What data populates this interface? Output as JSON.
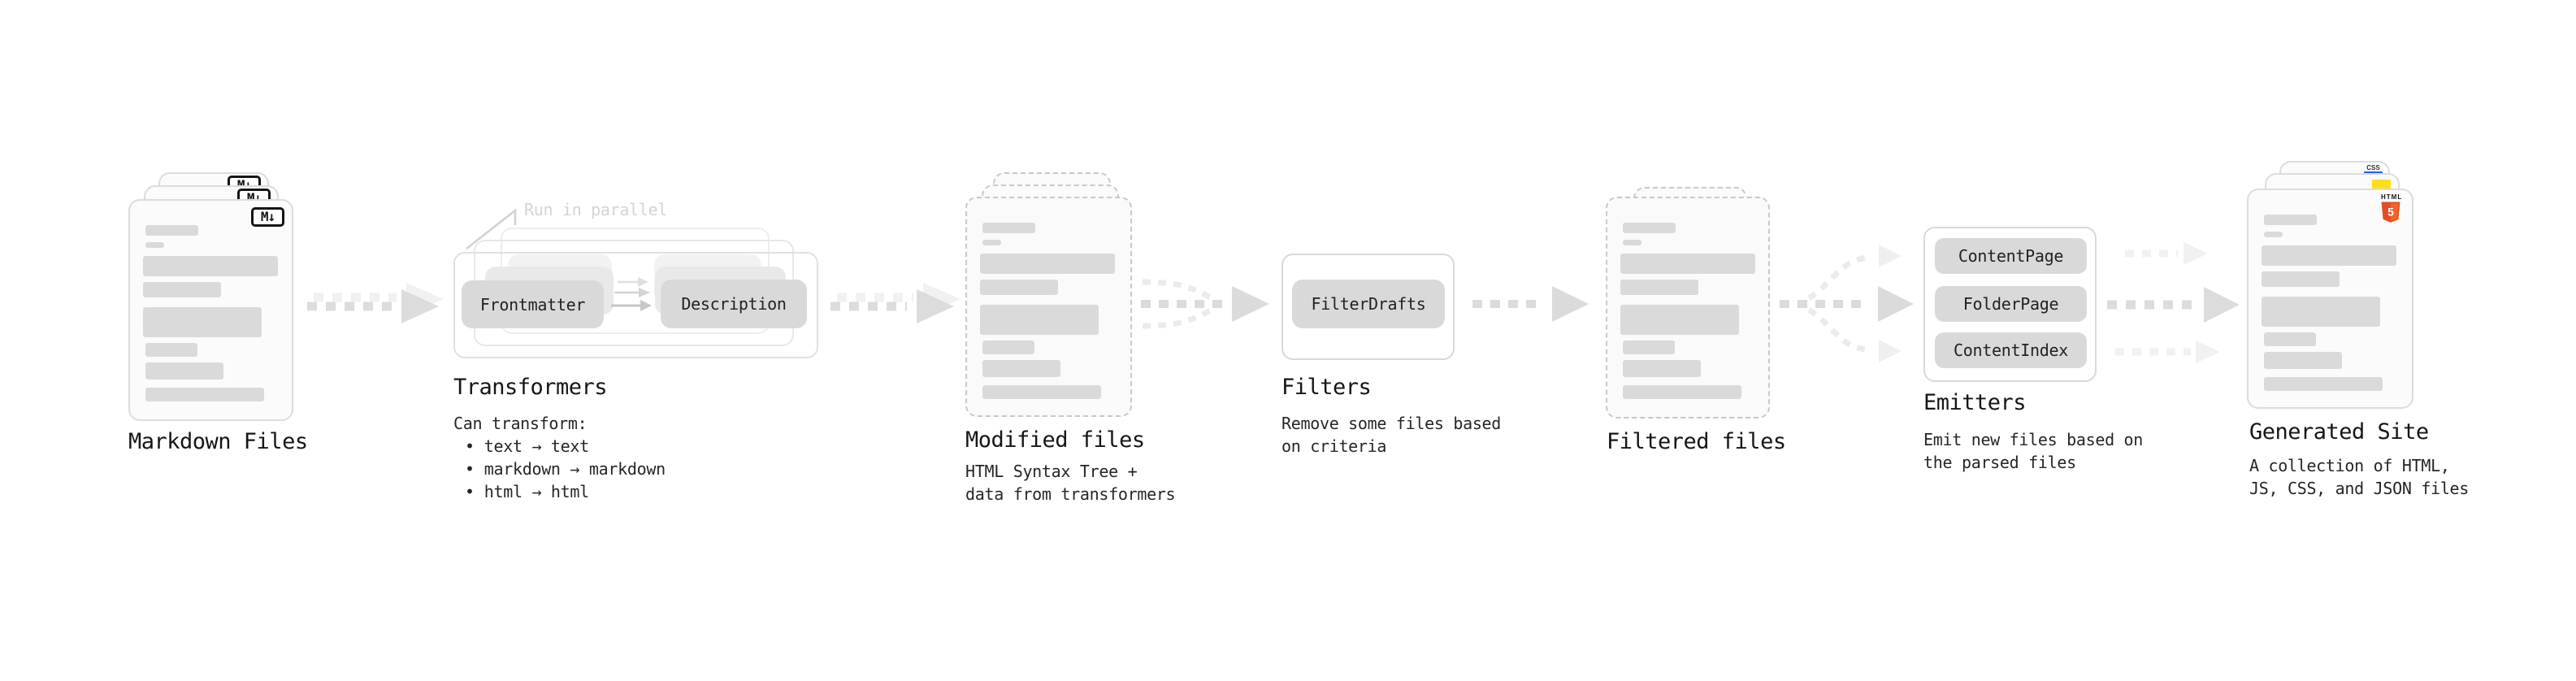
{
  "markdown": {
    "label": "Markdown Files",
    "badge": "M↓"
  },
  "transformers": {
    "label": "Transformers",
    "note": "Run in parallel",
    "source_pill": "Frontmatter",
    "target_pill": "Description",
    "desc_title": "Can transform:",
    "bullet_char": "•",
    "bullets": [
      "text → text",
      "markdown → markdown",
      "html → html"
    ]
  },
  "modified": {
    "label": "Modified files",
    "desc": [
      "HTML Syntax Tree +",
      "data from transformers"
    ]
  },
  "filters": {
    "label": "Filters",
    "pill": "FilterDrafts",
    "desc": [
      "Remove some files based",
      "on criteria"
    ]
  },
  "filtered": {
    "label": "Filtered files"
  },
  "emitters": {
    "label": "Emitters",
    "pills": [
      "ContentPage",
      "FolderPage",
      "ContentIndex"
    ],
    "desc": [
      "Emit new files based on",
      "the parsed files"
    ]
  },
  "generated": {
    "label": "Generated Site",
    "badge_css": "CSS",
    "badge_html": "HTML",
    "badge_html_number": "5",
    "desc": [
      "A collection of HTML,",
      "JS, CSS, and JSON files"
    ]
  },
  "palette": {
    "canvas_bg": "#ffffff",
    "card_border": "#dcdcdc",
    "dashed_border": "#c9c9c9",
    "skeleton_bar": "#dadada",
    "pill_bg": "#d9d9d9",
    "arrow": "#dcdcdc",
    "arrow_light": "#f1f1f1",
    "note_text": "#d4d4d4",
    "title_text": "#161616",
    "desc_text": "#262626",
    "markdown_badge_border": "#141414",
    "html5_orange": "#e44d26",
    "html5_orange_light": "#f16529",
    "js_yellow": "#ffdf1b",
    "css_blue": "#2760e8"
  }
}
